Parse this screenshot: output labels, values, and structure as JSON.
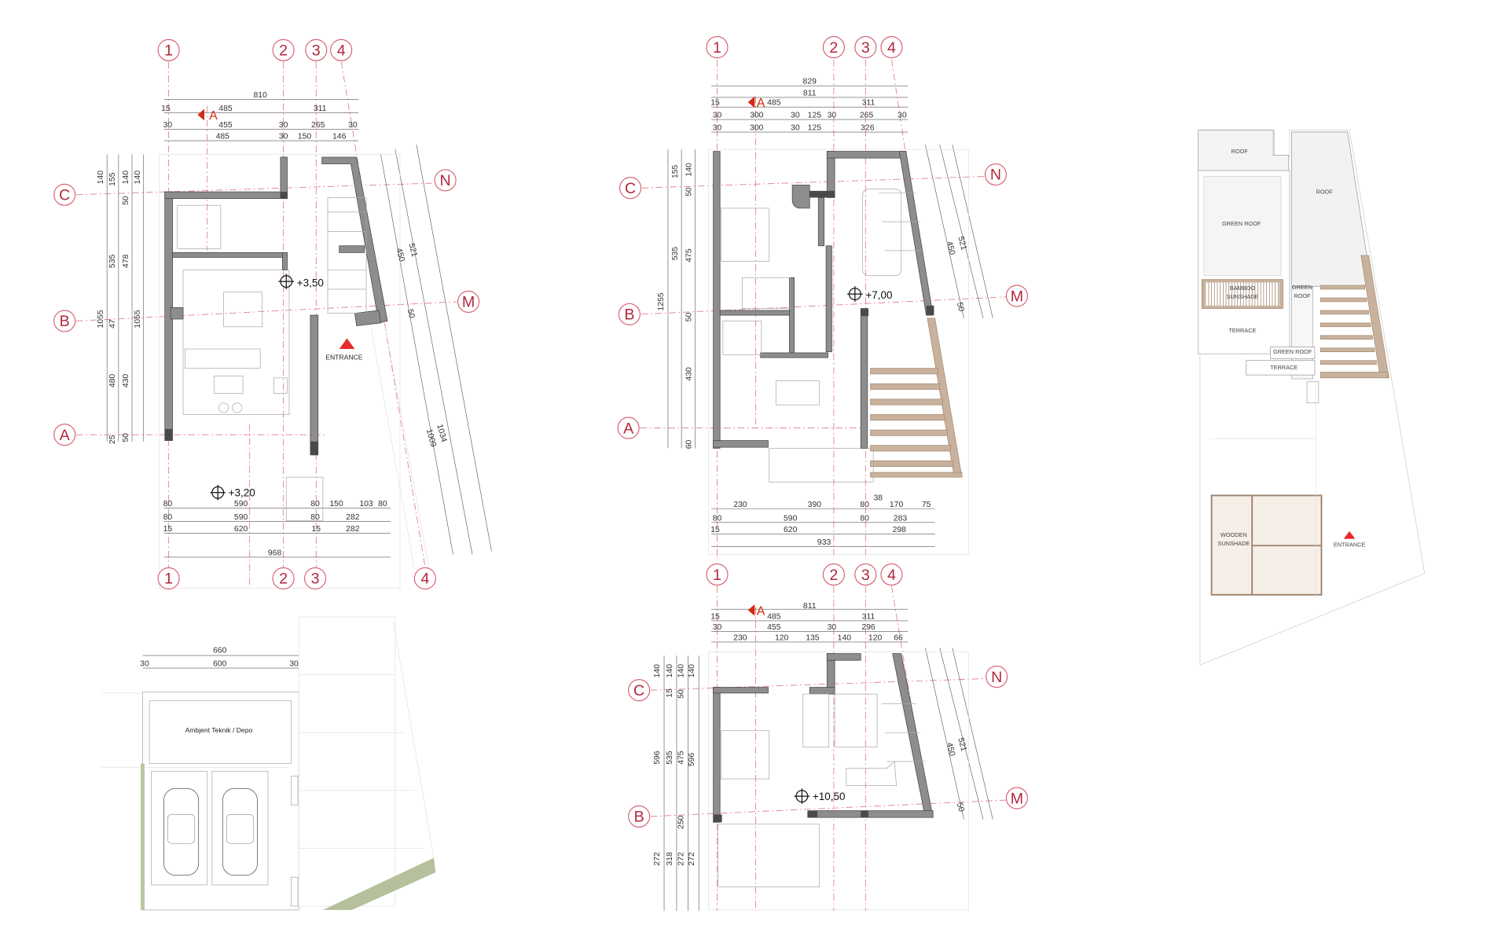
{
  "plans": {
    "p1": {
      "elevation": "+3,50",
      "lower_elevation": "+3,20",
      "entrance": "ENTRANCE",
      "section_mark": "A",
      "grid": [
        "1",
        "2",
        "3",
        "4",
        "1",
        "2",
        "3",
        "4",
        "C",
        "B",
        "A",
        "N",
        "M"
      ],
      "dims": [
        "810",
        "15",
        "485",
        "311",
        "30",
        "455",
        "30",
        "265",
        "30",
        "485",
        "30",
        "150",
        "146",
        "140",
        "155",
        "535",
        "47",
        "480",
        "25",
        "140",
        "50",
        "478",
        "430",
        "50",
        "1055",
        "1055",
        "140",
        "450",
        "521",
        "50",
        "1034",
        "1009",
        "80",
        "590",
        "80",
        "150",
        "103",
        "80",
        "80",
        "590",
        "80",
        "282",
        "15",
        "620",
        "15",
        "282",
        "968"
      ]
    },
    "p2": {
      "elevation": "+7,00",
      "section_mark": "A",
      "grid": [
        "1",
        "2",
        "3",
        "4",
        "C",
        "B",
        "A",
        "N",
        "M"
      ],
      "dims": [
        "829",
        "811",
        "15",
        "485",
        "311",
        "30",
        "300",
        "30",
        "125",
        "30",
        "265",
        "30",
        "30",
        "300",
        "30",
        "125",
        "326",
        "155",
        "140",
        "50",
        "535",
        "475",
        "1255",
        "50",
        "430",
        "60",
        "450",
        "521",
        "50",
        "230",
        "390",
        "80",
        "38",
        "170",
        "75",
        "80",
        "590",
        "80",
        "283",
        "15",
        "620",
        "298",
        "933"
      ]
    },
    "p3": {
      "elevation": "+10,50",
      "section_mark": "A",
      "grid": [
        "1",
        "2",
        "3",
        "4",
        "C",
        "B",
        "N",
        "M"
      ],
      "dims": [
        "811",
        "15",
        "485",
        "311",
        "30",
        "455",
        "30",
        "296",
        "230",
        "120",
        "135",
        "140",
        "120",
        "66",
        "140",
        "140",
        "140",
        "140",
        "15",
        "50",
        "596",
        "535",
        "475",
        "596",
        "250",
        "272",
        "318",
        "272",
        "272",
        "450",
        "521",
        "50"
      ]
    },
    "p4": {
      "room": "Ambjent Teknik / Depo",
      "dims": [
        "660",
        "30",
        "600",
        "30"
      ]
    },
    "roof": {
      "labels": [
        "ROOF",
        "ROOF",
        "GREEN ROOF",
        "BAMBOO",
        "SUNSHADE",
        "GREEN",
        "ROOF",
        "TERRACE",
        "GREEN ROOF",
        "TERRACE",
        "WOODEN",
        "SUNSHADE",
        "ENTRANCE"
      ]
    }
  },
  "colors": {
    "grid": "#d65a6a",
    "wall": "#8d8d8d",
    "timber": "#c9b29d",
    "entrance": "#e8282a",
    "section": "#d62a10"
  }
}
